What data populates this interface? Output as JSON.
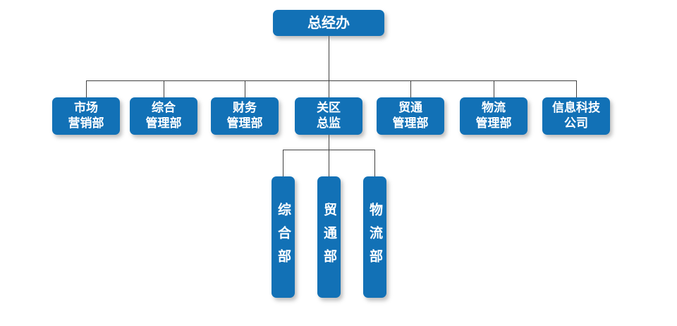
{
  "org": {
    "root": {
      "label": "总经办"
    },
    "departments": [
      {
        "label": "市场\n营销部"
      },
      {
        "label": "综合\n管理部"
      },
      {
        "label": "财务\n管理部"
      },
      {
        "label": "关区\n总监"
      },
      {
        "label": "贸通\n管理部"
      },
      {
        "label": "物流\n管理部"
      },
      {
        "label": "信息科技\n公司"
      }
    ],
    "sub_departments": [
      {
        "label": "综合部"
      },
      {
        "label": "贸通部"
      },
      {
        "label": "物流部"
      }
    ]
  },
  "colors": {
    "box_blue": "#1271B6",
    "text_white": "#FFFFFF",
    "connector_line": "#404040",
    "background": "#FFFFFF"
  }
}
